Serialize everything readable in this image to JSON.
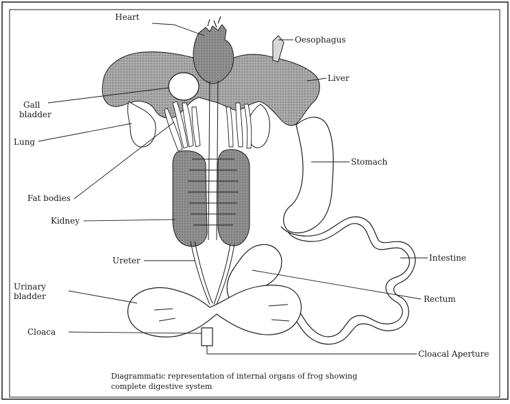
{
  "labels": {
    "heart": "Heart",
    "oesophagus": "Oesophagus",
    "liver": "Liver",
    "gall_bladder_line1": "Gall",
    "gall_bladder_line2": "bladder",
    "lung": "Lung",
    "stomach": "Stomach",
    "fat_bodies": "Fat bodies",
    "kidney": "Kidney",
    "ureter": "Ureter",
    "intestine": "Intestine",
    "urinary_bladder_line1": "Urinary",
    "urinary_bladder_line2": "bladder",
    "rectum": "Rectum",
    "cloaca": "Cloaca",
    "cloacal_aperture": "Cloacal Aperture"
  },
  "caption": {
    "line1": "Diagrammatic representation of internal organs of frog showing",
    "line2": "complete digestive system"
  },
  "colors": {
    "organ_fill": "#9a9a9a",
    "kidney_fill": "#8c8c8c",
    "outline": "#1a1a1a",
    "paper": "#ffffff"
  }
}
